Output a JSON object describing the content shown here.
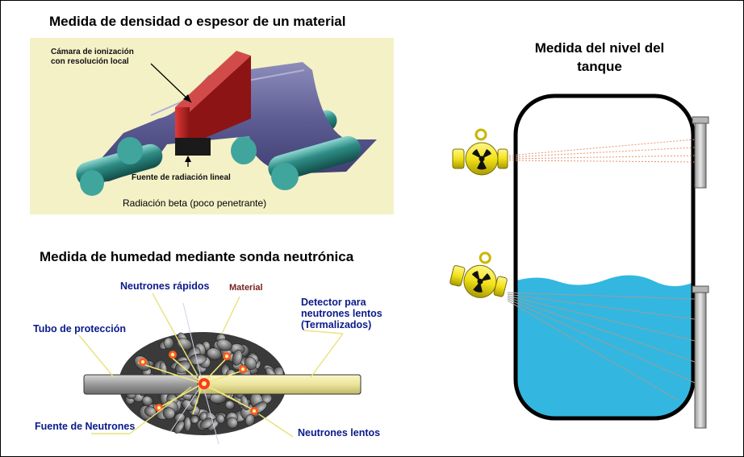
{
  "panel_thickness": {
    "title": "Medida de densidad o espesor de un material",
    "label_chamber_line1": "Cámara de ionización",
    "label_chamber_line2": "con resolución local",
    "label_source": "Fuente de radiación lineal",
    "caption": "Radiación beta (poco penetrante)"
  },
  "panel_tank": {
    "title_line1": "Medida del nivel del",
    "title_line2": "tanque"
  },
  "panel_moisture": {
    "title": "Medida de humedad mediante sonda neutrónica",
    "label_fast_neutrons": "Neutrones rápidos",
    "label_material": "Material",
    "label_detector_line1": "Detector para",
    "label_detector_line2": "neutrones lentos",
    "label_detector_line3": "(Termalizados)",
    "label_tube": "Tubo de protección",
    "label_source": "Fuente de Neutrones",
    "label_slow_neutrons": "Neutrones lentos"
  },
  "colors": {
    "thickness_bg": "#f4f1c7",
    "sheet": "#4f4f87",
    "roller": "#2e8d86",
    "chamber": "#b31d1d",
    "liquid": "#33b7e0",
    "source": "#f2e21a",
    "label_blue": "#0a1a8a"
  },
  "icons": [
    "radiation-source-icon",
    "radiation-detector-icon",
    "neutron-spark-icon"
  ]
}
